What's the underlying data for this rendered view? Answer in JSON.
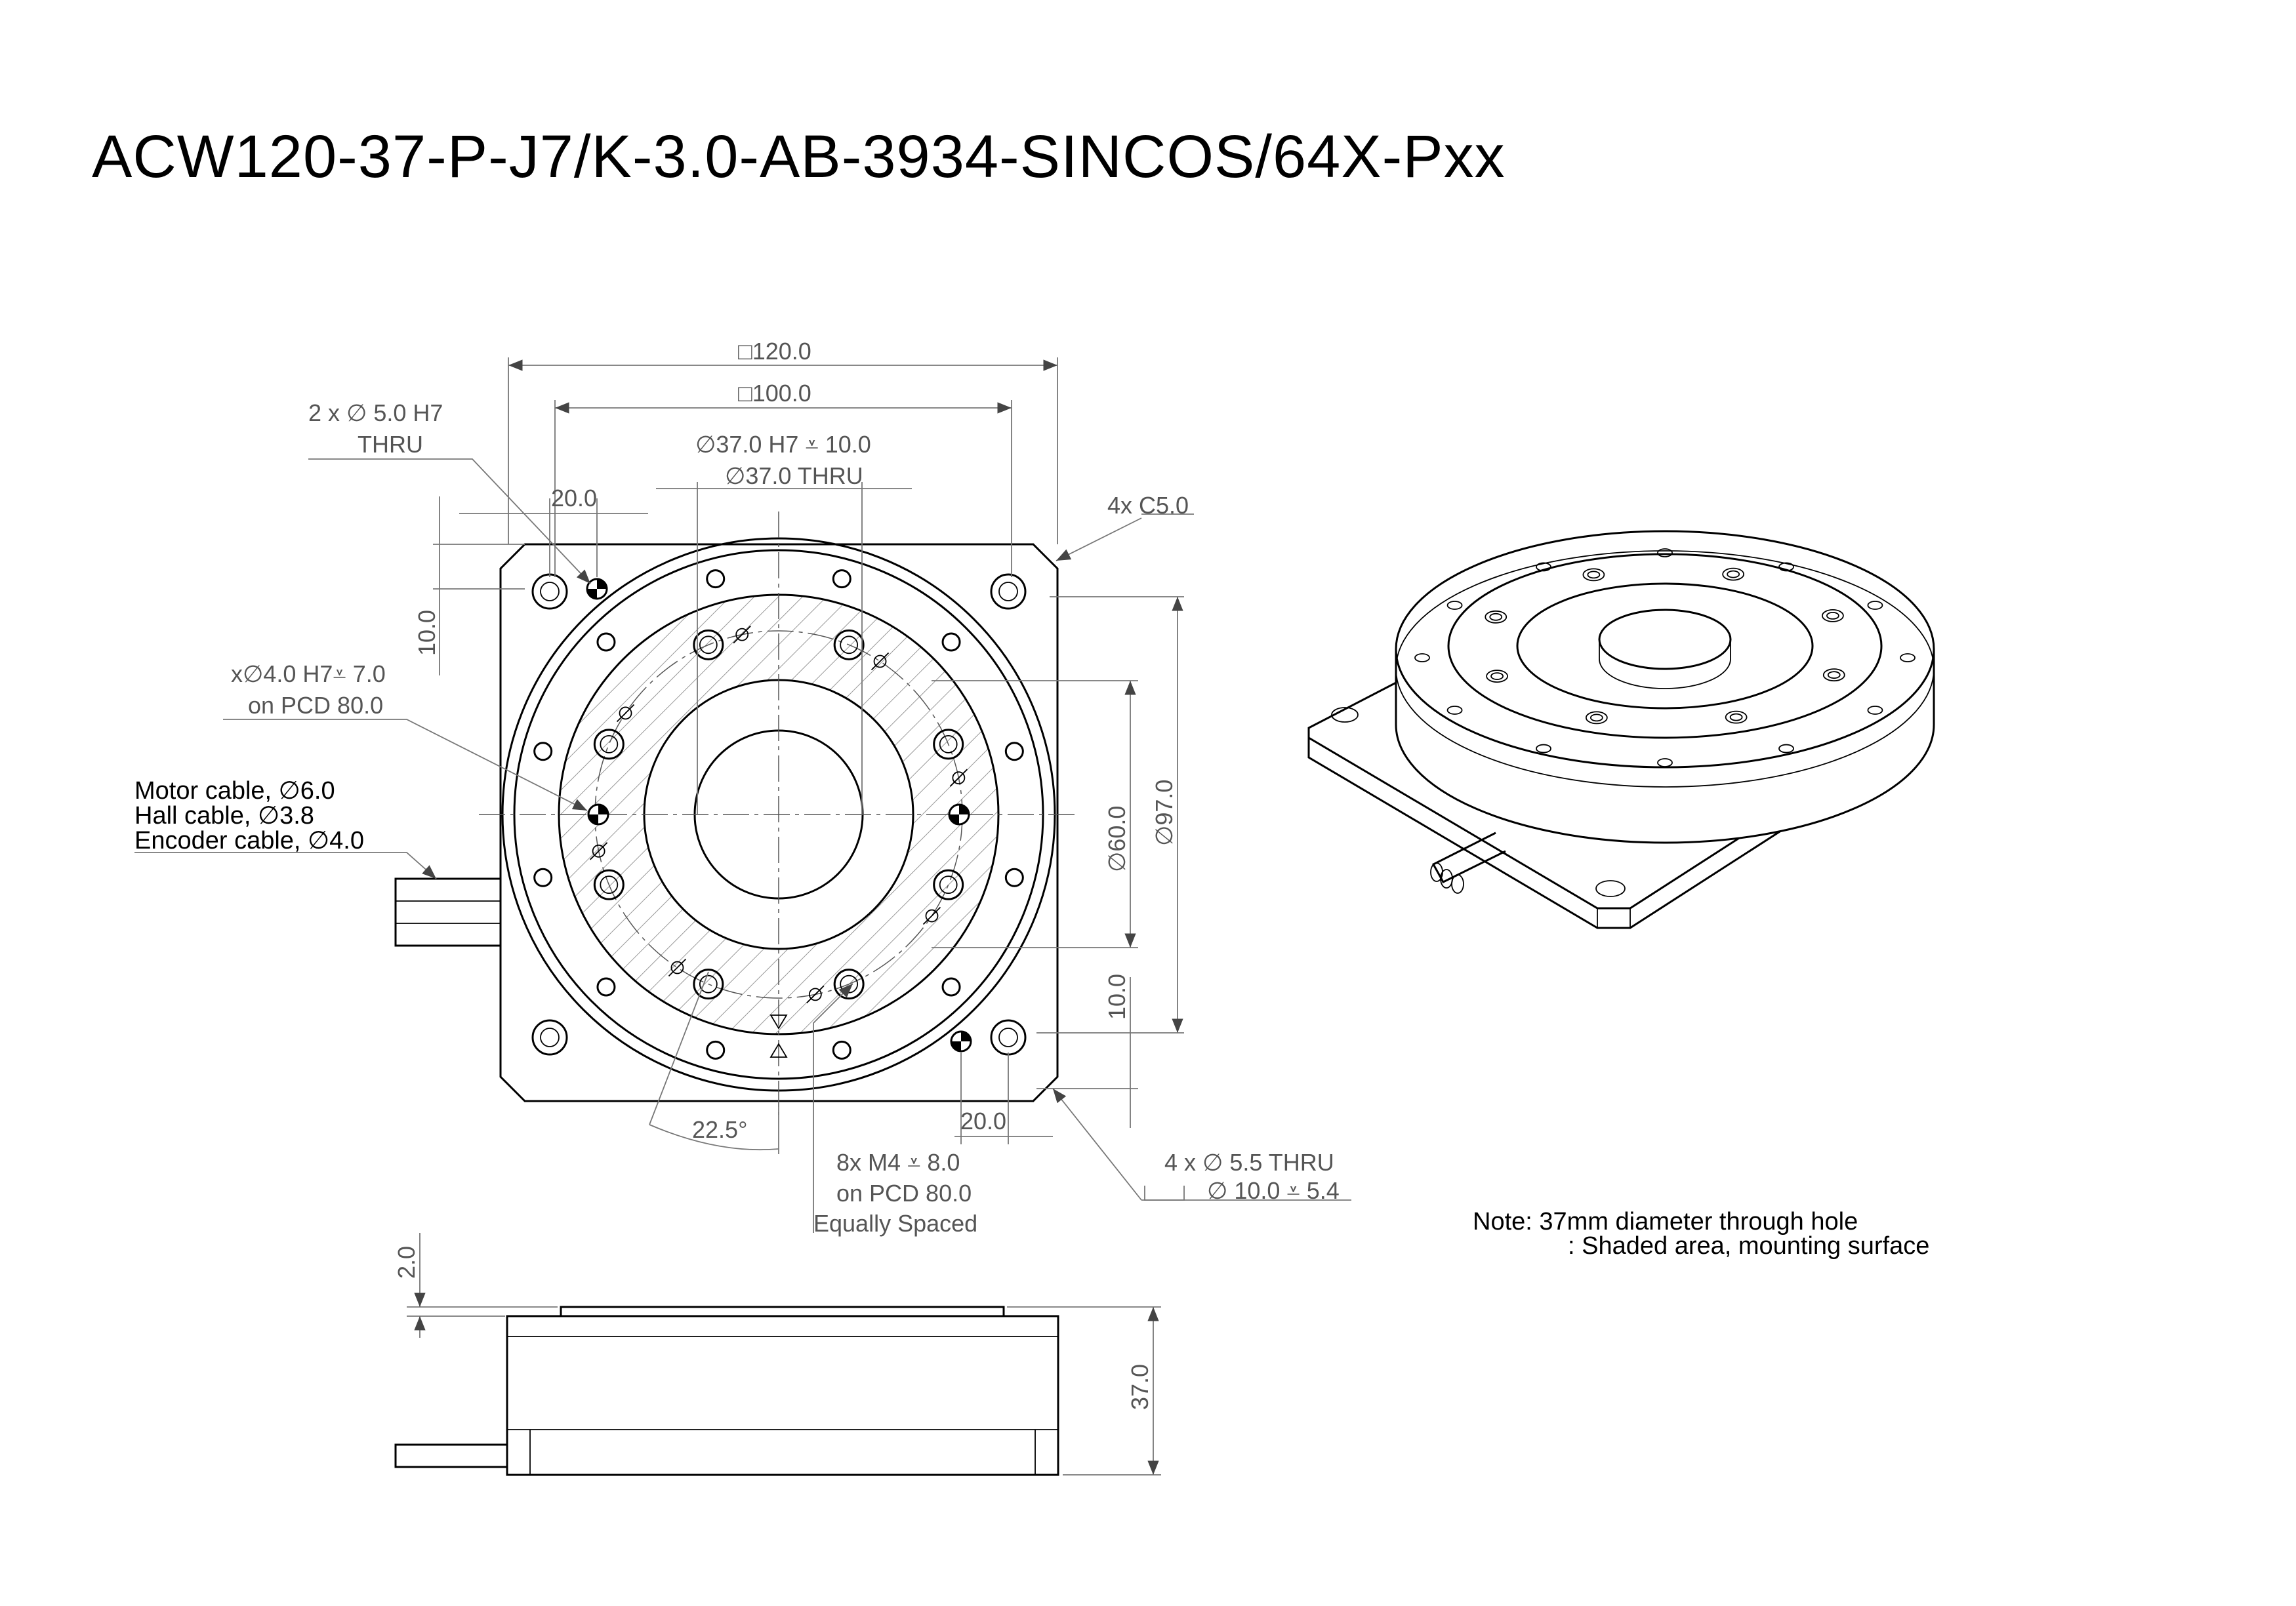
{
  "title": "ACW120-37-P-J7/K-3.0-AB-3934-SINCOS/64X-Pxx",
  "dimensions": {
    "square_outer": "□120.0",
    "square_inner": "□100.0",
    "bore_h7": "∅37.0 H7 ⩡ 10.0",
    "bore_thru": "∅37.0 THRU",
    "chamfer": "4x C5.0",
    "offset_top": "20.0",
    "offset_left": "10.0",
    "dia_60": "∅60.0",
    "dia_97": "∅97.0",
    "offset_bottom": "10.0",
    "offset_right": "20.0",
    "angle": "22.5°",
    "side_top": "2.0",
    "height": "37.0"
  },
  "callouts": {
    "pin_line1": "2 x  ∅  5.0 H7",
    "pin_line2": "THRU",
    "dowel_line1": "x∅4.0 H7⩡  7.0",
    "dowel_line2": "on PCD 80.0",
    "cable_motor": "Motor cable, ∅6.0",
    "cable_hall": "Hall cable, ∅3.8",
    "cable_encoder": "Encoder cable, ∅4.0",
    "tap_line1": "8x M4 ⩡ 8.0",
    "tap_line2": "on PCD 80.0",
    "tap_line3": "Equally Spaced",
    "mount_line1": "4 x  ∅  5.5 THRU",
    "mount_line2": "∅  10.0 ⩡  5.4"
  },
  "notes": {
    "line1": "Note: 37mm diameter through hole",
    "line2": ": Shaded area, mounting surface"
  },
  "colors": {
    "line": "#000000",
    "dimension": "#555555",
    "background": "#ffffff"
  }
}
